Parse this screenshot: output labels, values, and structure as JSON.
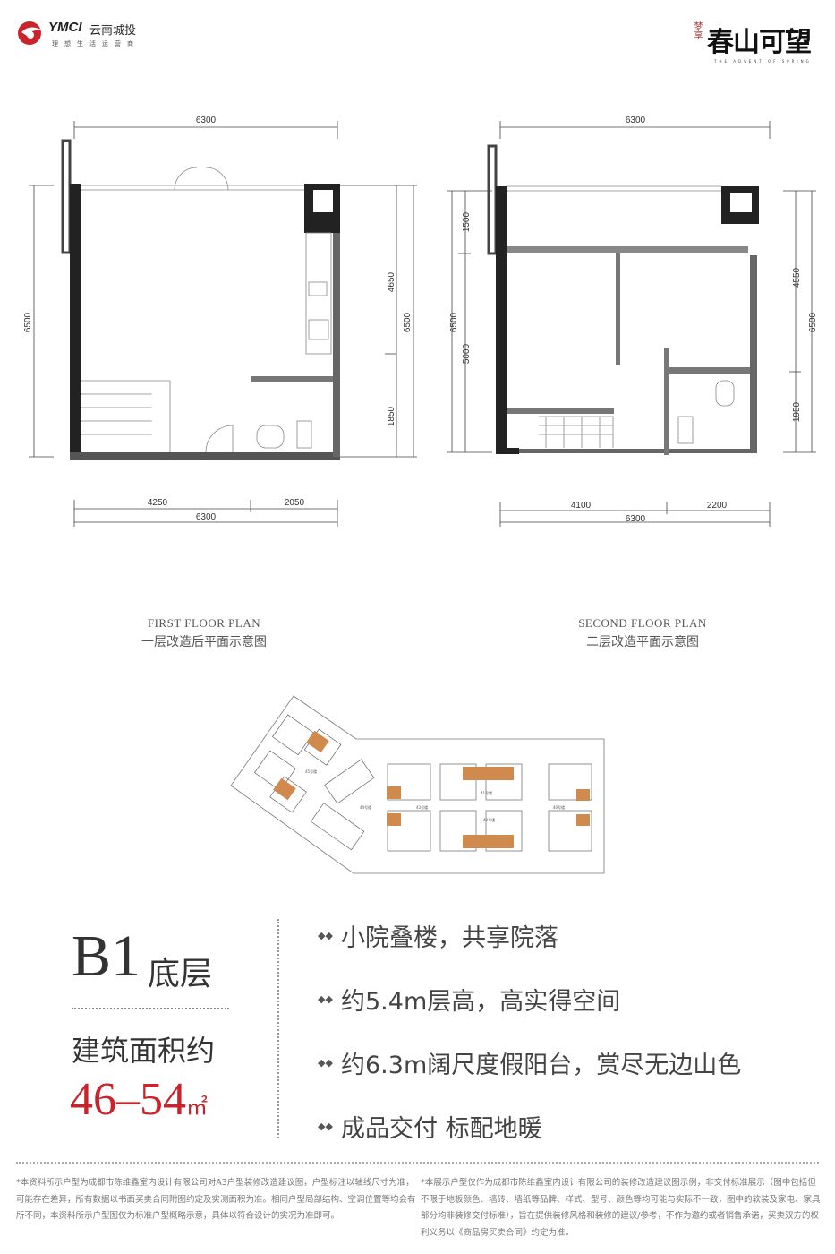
{
  "header": {
    "developer_logo_text": "YMCI",
    "developer_name": "云南城投",
    "developer_slogan": "理想生活运营商",
    "project_prefix": "梦享",
    "project_name": "春山可望",
    "project_en": "THE ADVENT OF SPRING"
  },
  "first_floor": {
    "caption_en": "FIRST FLOOR PLAN",
    "caption_cn": "一层改造后平面示意图",
    "dims": {
      "top": "6300",
      "left": "6500",
      "right_upper": "4650",
      "right_lower": "1850",
      "right_total": "6500",
      "bottom_left": "4250",
      "bottom_right": "2050",
      "bottom_total": "6300"
    }
  },
  "second_floor": {
    "caption_en": "SECOND FLOOR PLAN",
    "caption_cn": "二层改造平面示意图",
    "dims": {
      "top": "6300",
      "left_total": "6500",
      "left_upper": "1500",
      "left_lower": "5000",
      "right_upper": "4550",
      "right_lower": "1950",
      "right_total": "6500",
      "bottom_left": "4100",
      "bottom_right": "2200",
      "bottom_total": "6300"
    }
  },
  "site_plan": {
    "buildings": [
      "45号楼",
      "44号楼",
      "43号楼",
      "41号楼",
      "42号楼",
      "40号楼"
    ],
    "highlight_color": "#d08a4e"
  },
  "unit": {
    "code": "B1",
    "level": "底层",
    "area_label": "建筑面积约",
    "area_value": "46–54",
    "area_unit": "㎡",
    "accent_color": "#c9242b"
  },
  "features": [
    "小院叠楼，共享院落",
    "约5.4m层高，高实得空间",
    "约6.3m阔尺度假阳台，赏尽无边山色",
    "成品交付 标配地暖"
  ],
  "notes": {
    "left": "*本资料所示户型为成都市陈维鑫室内设计有限公司对A3户型装修改造建议图，户型标注以轴线尺寸为准，可能存在差异，所有数据以书面买卖合同附图约定及实测面积为准。相同户型局部结构、空调位置等均会有所不同，本资料所示户型图仅为标准户型概略示意，具体以符合设计的实况为准即可。",
    "right": "*本展示户型仅作为成都市陈维鑫室内设计有限公司的装修改造建议图示例，非交付标准展示（图中包括但不限于地板颜色、墙砖、墙纸等品牌、样式、型号、颜色等均可能与实际不一致，图中的软装及家电、家具部分均非装修交付标准），旨在提供装修风格和装修的建议/参考，不作为邀约或者销售承诺，买卖双方的权利义务以《商品房买卖合同》约定为准。"
  }
}
